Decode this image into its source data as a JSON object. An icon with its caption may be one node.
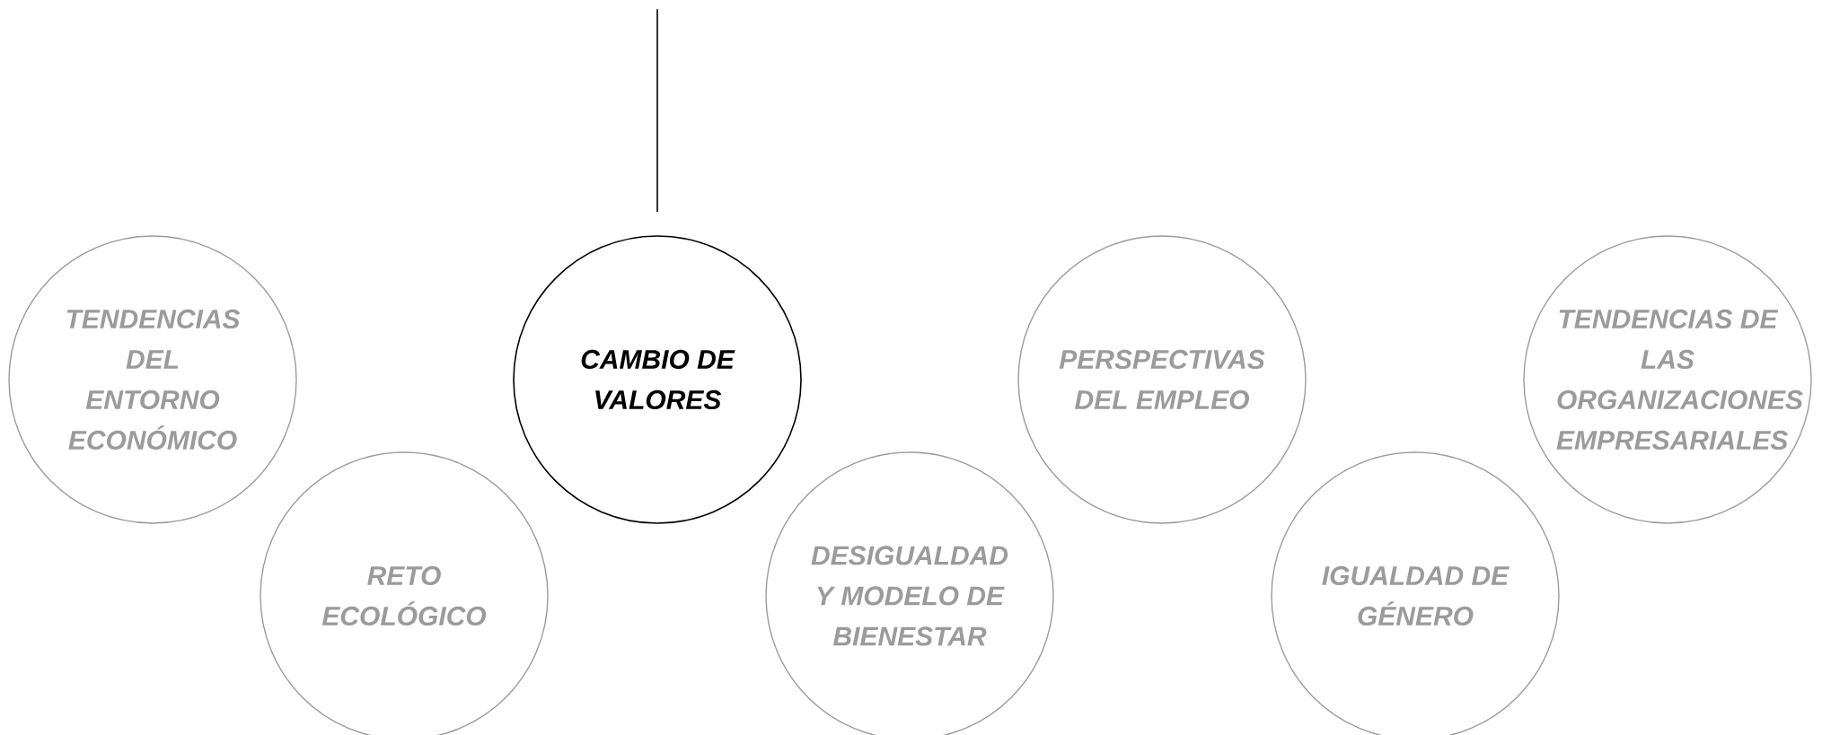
{
  "diagram": {
    "nodes": [
      {
        "text": [
          "TENDENCIAS DEL ENTORNO ECONÓMICO"
        ]
      },
      {
        "text": [
          "RETO ECOLÓGICO"
        ]
      },
      {
        "text": [
          "CAMBIO DE VALORES"
        ]
      },
      {
        "text": [
          "DESIGUALDAD Y MODELO DE BIENESTAR"
        ]
      },
      {
        "text": [
          "PERSPECTIVAS DEL EMPLEO"
        ]
      },
      {
        "text": [
          "IGUALDAD DE GÉNERO"
        ]
      },
      {
        "text": [
          "TENDENCIAS DE LAS ORGANIZACIONES EMPRESARIALES"
        ]
      }
    ],
    "edges": [
      {
        "from": null,
        "to": 2,
        "arrow": "none"
      }
    ]
  }
}
